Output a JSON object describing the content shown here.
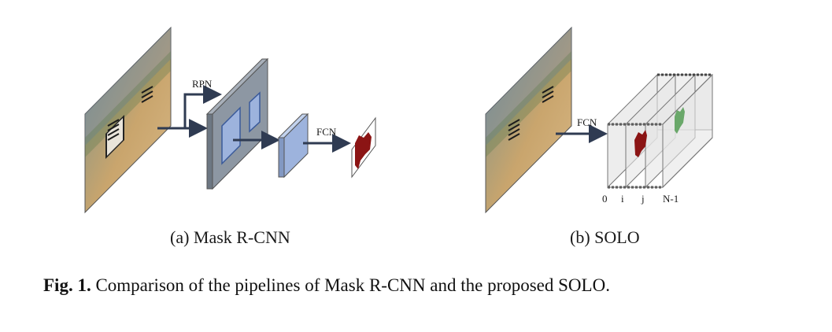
{
  "panel_a": {
    "rpn_label": "RPN",
    "fcn_label": "FCN",
    "caption": "(a) Mask R-CNN"
  },
  "panel_b": {
    "fcn_label": "FCN",
    "grid_labels": [
      "0",
      "i",
      "j",
      "N-1"
    ],
    "caption": "(b) SOLO"
  },
  "figure_caption": {
    "prefix": "Fig. 1.",
    "text": "Comparison of the pipelines of Mask R-CNN and the proposed SOLO."
  },
  "colors": {
    "arrow": "#2f3b52",
    "feature_map": "#8d97a3",
    "roi_box": "#9db3dd",
    "mask_red": "#8b1414",
    "mask_green": "#6aa86a",
    "sky": "#6f8aa6",
    "grass": "#c8a16a"
  }
}
